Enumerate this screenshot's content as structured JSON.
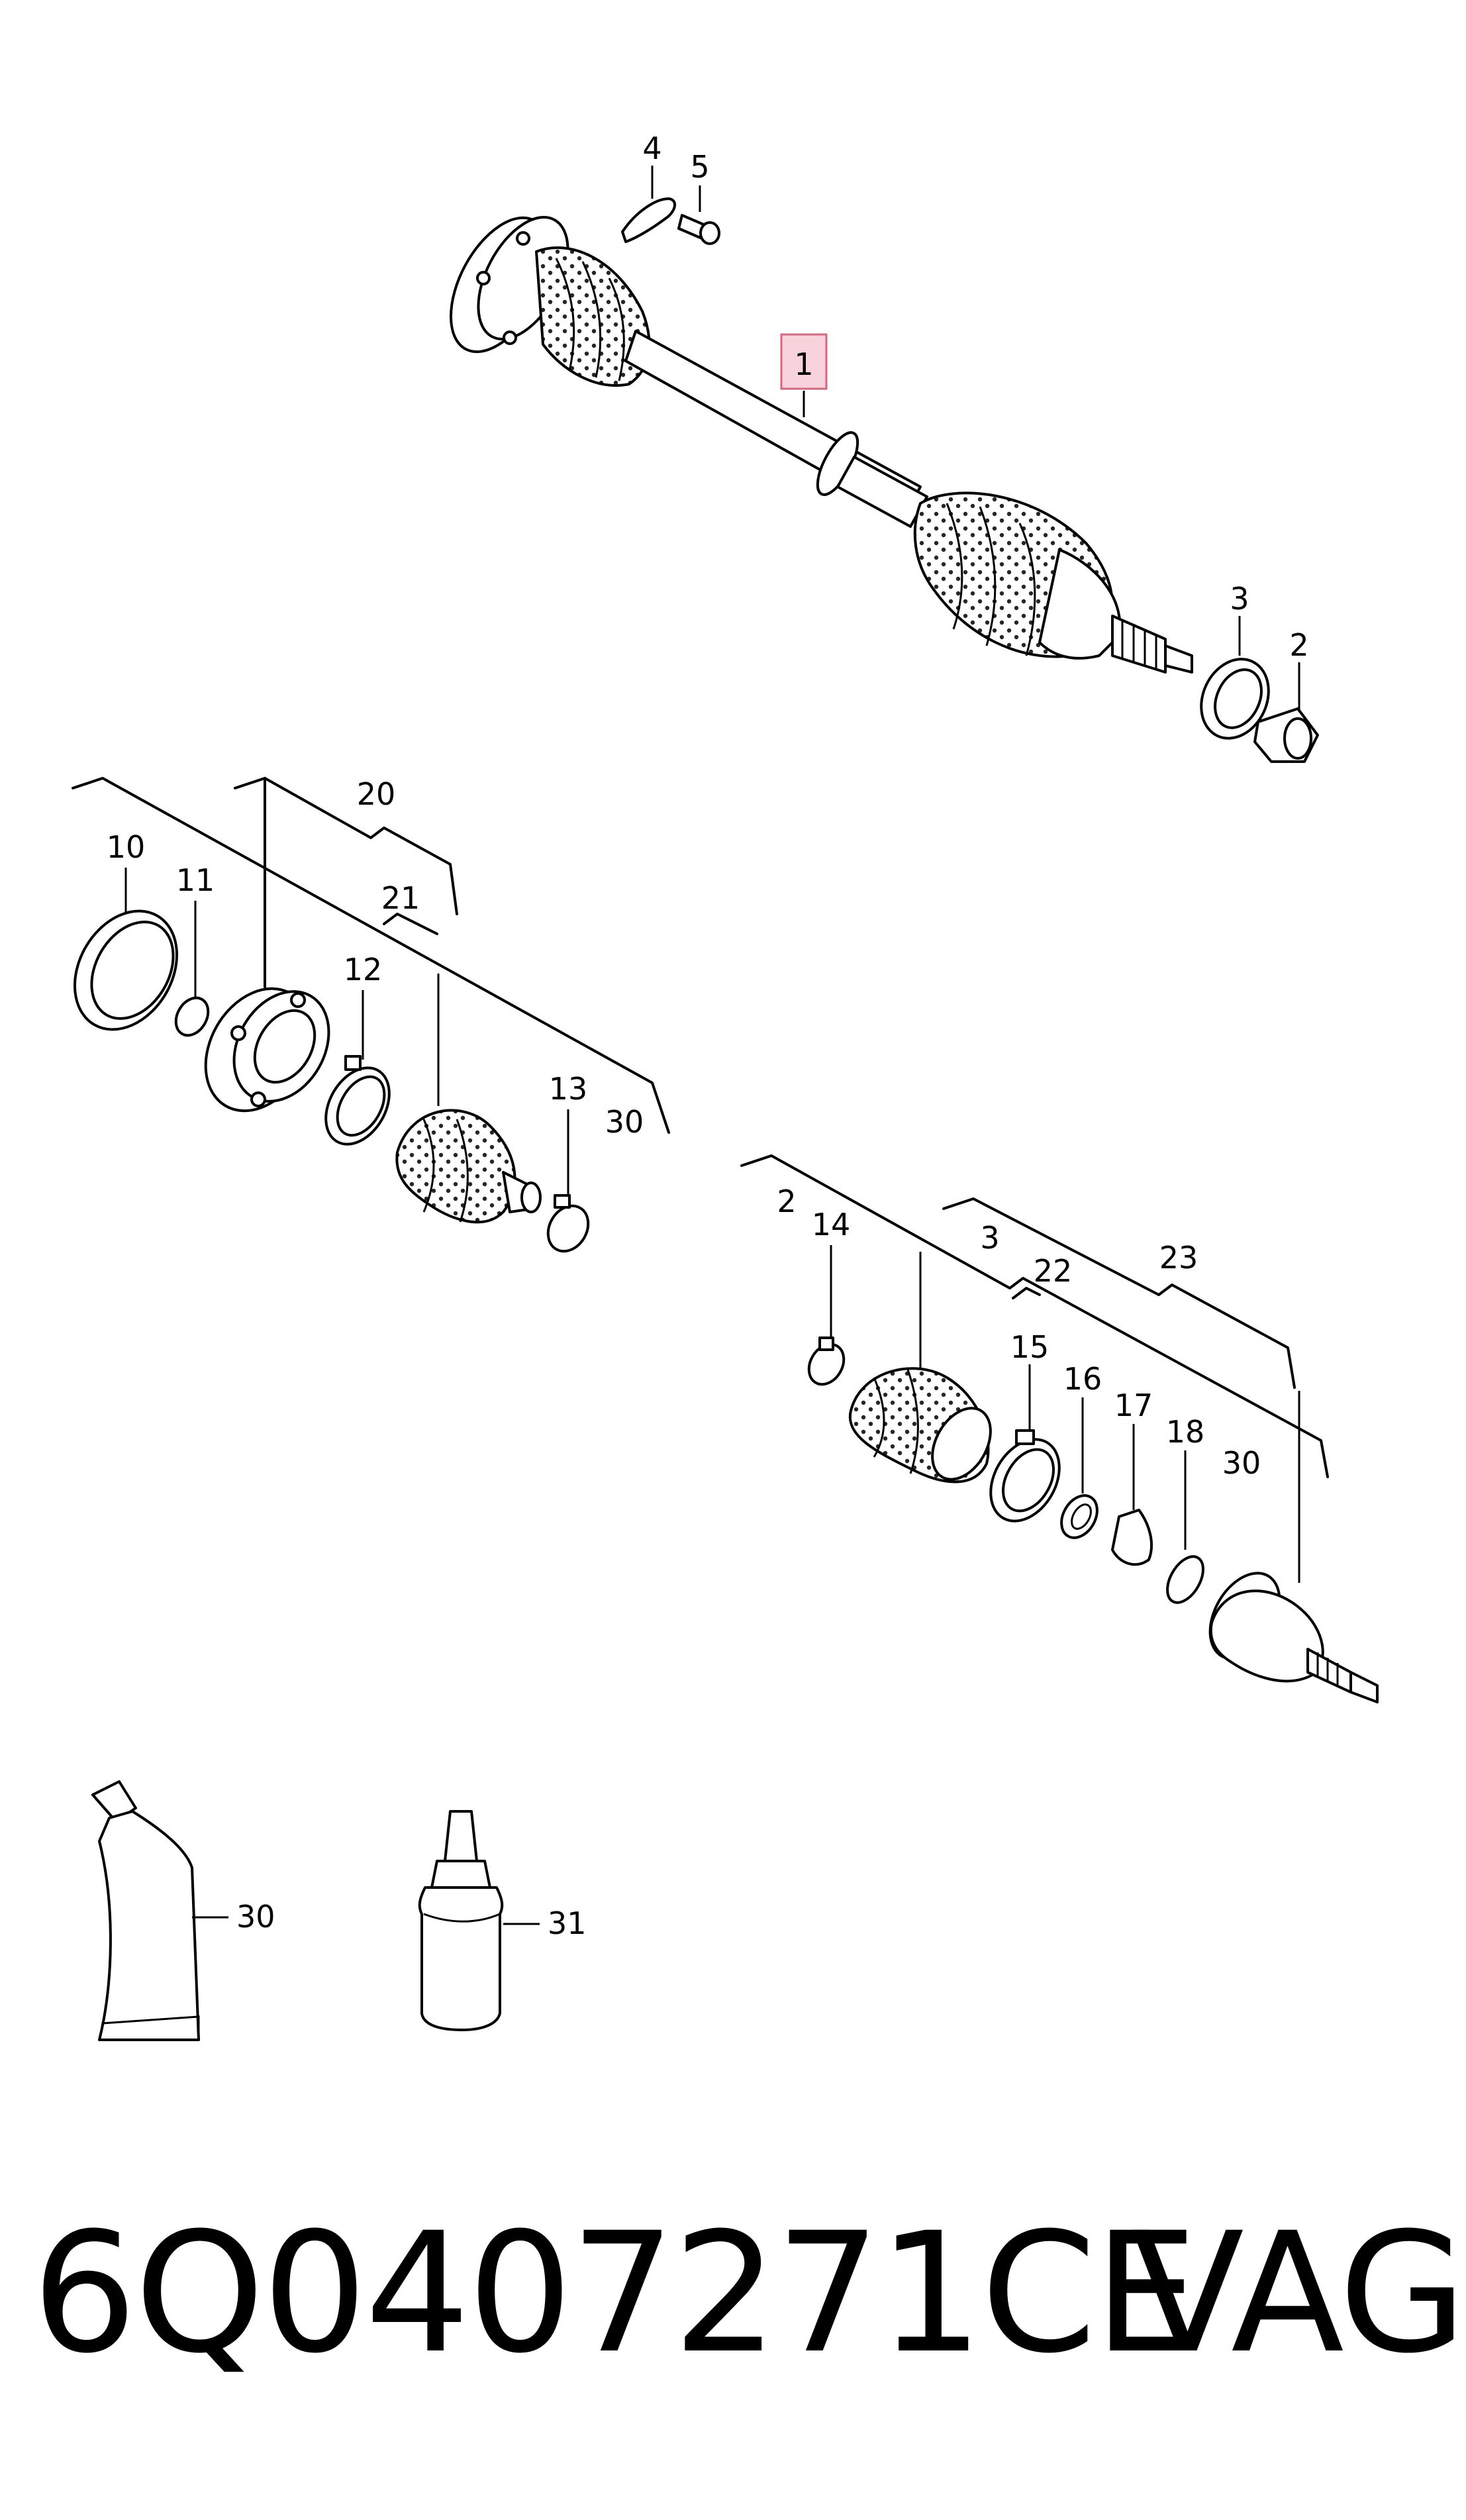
{
  "callouts": {
    "c1": "1",
    "c2_top": "2",
    "c3_top": "3",
    "c4": "4",
    "c5": "5",
    "c10": "10",
    "c11": "11",
    "c12": "12",
    "c13": "13",
    "c20": "20",
    "c21": "21",
    "c30_left": "30",
    "c2_right": "2",
    "c3_right": "3",
    "c14": "14",
    "c15": "15",
    "c16": "16",
    "c17": "17",
    "c18": "18",
    "c22": "22",
    "c23": "23",
    "c30_right": "30",
    "c30_tube": "30",
    "c31": "31"
  },
  "footer": {
    "part_number": "6Q0407271CE",
    "brand": "VAG"
  },
  "colors": {
    "highlight_fill": "#f9d3dc",
    "highlight_stroke": "#d9657f",
    "ink": "#000000"
  }
}
